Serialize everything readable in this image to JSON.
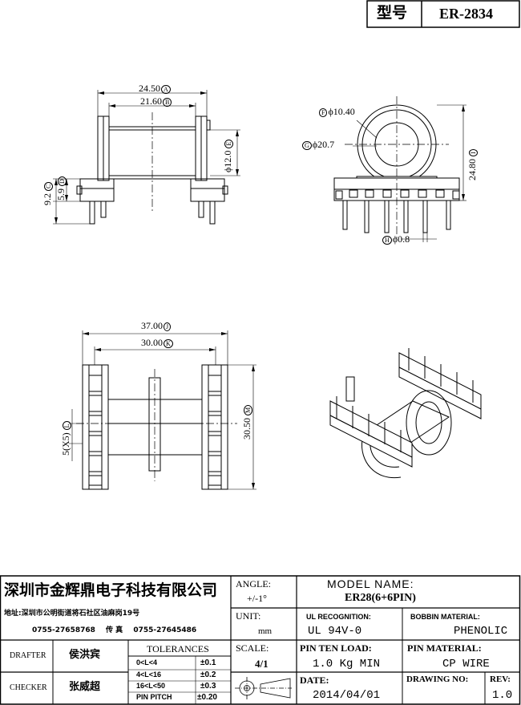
{
  "header": {
    "label": "型号",
    "model": "ER-2834"
  },
  "dims": {
    "a": "24.50",
    "a_tag": "A",
    "b": "21.60",
    "b_tag": "B",
    "c": "9.2",
    "c_tag": "C",
    "d": "5.9",
    "d_tag": "D",
    "e": "ϕ12.0",
    "e_tag": "E",
    "f": "ϕ10.40",
    "f_tag": "F",
    "g": "ϕ20.7",
    "g_tag": "G",
    "h": "ϕ0.8",
    "h_tag": "H",
    "i": "24.80",
    "i_tag": "I",
    "j": "37.00",
    "j_tag": "J",
    "k": "30.00",
    "k_tag": "K",
    "l": "5(X5)",
    "l_tag": "L",
    "m": "30.50",
    "m_tag": "M"
  },
  "title_block": {
    "company": "深圳市金辉鼎电子科技有限公司",
    "address": "地址:深圳市公明街道将石社区油麻岗19号",
    "phone": "0755-27658768",
    "fax_label": "传 真",
    "fax": "0755-27645486",
    "angle_label": "ANGLE:",
    "angle_value": "+/-1°",
    "unit_label": "UNIT:",
    "unit_value": "mm",
    "scale_label": "SCALE:",
    "scale_value": "4/1",
    "model_name_label": "MODEL NAME:",
    "model_name": "ER28(6+6PIN)",
    "ul_label": "UL RECOGNITION:",
    "ul_value": "UL 94V-0",
    "bobbin_label": "BOBBIN MATERIAL:",
    "bobbin_value": "PHENOLIC",
    "pin_load_label": "PIN TEN LOAD:",
    "pin_load_value": "1.0 Kg MIN",
    "pin_material_label": "PIN MATERIAL:",
    "pin_material_value": "CP WIRE",
    "date_label": "DATE:",
    "date_value": "2014/04/01",
    "drawing_no_label": "DRAWING NO:",
    "rev_label": "REV:",
    "rev_value": "1.0",
    "drafter_label": "DRAFTER",
    "drafter_name": "侯洪宾",
    "checker_label": "CHECKER",
    "checker_name": "张威超",
    "tolerances_label": "TOLERANCES",
    "tolerances": [
      {
        "range": "0<L<4",
        "value": "±0.1"
      },
      {
        "range": "4<L<16",
        "value": "±0.2"
      },
      {
        "range": "16<L<50",
        "value": "±0.3"
      },
      {
        "range": "PIN PITCH",
        "value": "±0.20"
      }
    ]
  }
}
